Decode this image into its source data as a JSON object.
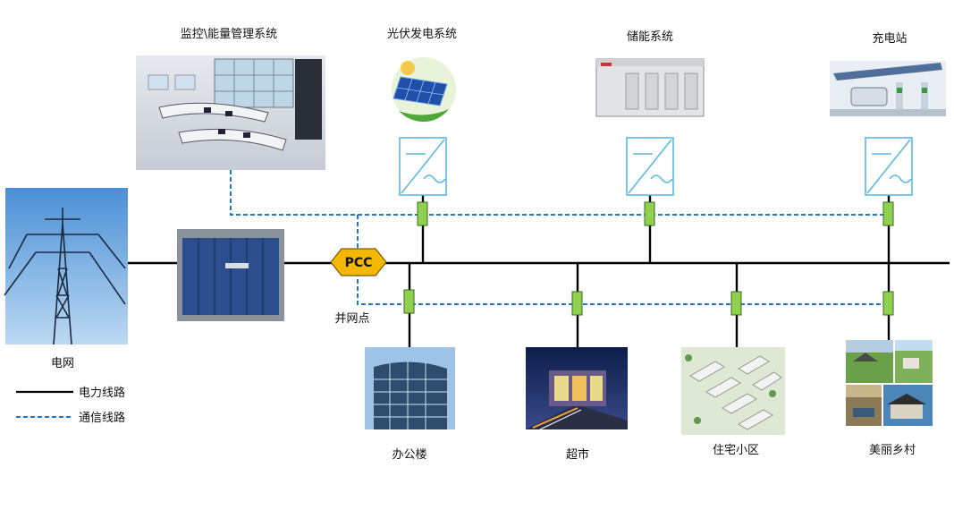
{
  "labels": {
    "grid": "电网",
    "monitoring": "监控\\能量管理系统",
    "pv": "光伏发电系统",
    "storage": "储能系统",
    "charging": "充电站",
    "pcc": "PCC",
    "pcc_note": "并网点",
    "office": "办公楼",
    "supermarket": "超市",
    "residential": "住宅小区",
    "village": "美丽乡村"
  },
  "legend": {
    "power_line": "电力线路",
    "comm_line": "通信线路"
  },
  "colors": {
    "power_line": "#000000",
    "comm_line": "#1f78c8",
    "breaker_fill": "#8fd14f",
    "pcc_fill": "#f5b800",
    "converter_stroke": "#5ab9e0"
  }
}
